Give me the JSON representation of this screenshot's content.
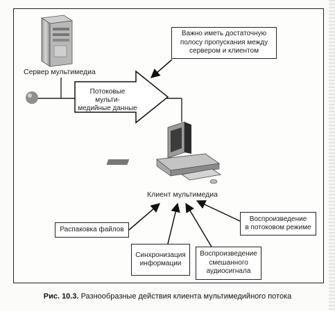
{
  "diagram": {
    "server": {
      "label": "Сервер мультимедиа",
      "icon": "server-tower-icon"
    },
    "note_box": {
      "text": "Важно иметь достаточную\nполосу пропускания между\nсервером и клиентом"
    },
    "stream_arrow": {
      "text": "Потоковые мульти-\nмедийные данные"
    },
    "client": {
      "label": "Клиент мультимедиа",
      "icon": "desktop-computer-icon"
    },
    "actions": [
      {
        "text": "Распаковка файлов"
      },
      {
        "text": "Синхронизация\nинформации"
      },
      {
        "text": "Воспроизведение\nсмешанного\nаудиосигнала"
      },
      {
        "text": "Воспроизведение\nв потоковом режиме"
      }
    ]
  },
  "caption": {
    "number": "Рис. 10.3.",
    "text": " Разнообразные действия клиента мультимедийного потока"
  }
}
